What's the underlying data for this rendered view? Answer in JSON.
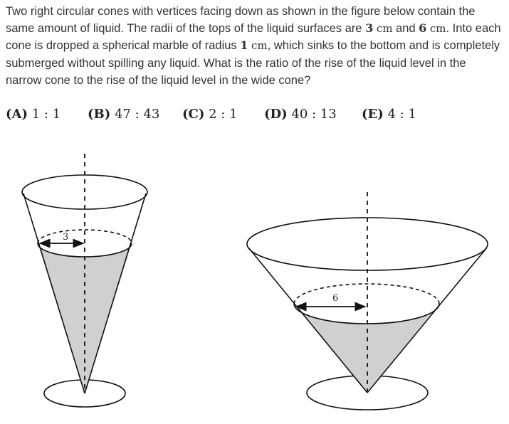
{
  "problem": {
    "part1": "Two right circular cones with vertices facing down as shown in the figure below contain the same amount of liquid. The radii of the tops of the liquid surfaces are ",
    "r1": "3",
    "unit1": "cm",
    "part2": " and ",
    "r2": "6",
    "unit2": "cm",
    "part3": ". Into each cone is dropped a spherical marble of radius ",
    "r3": "1",
    "unit3": "cm",
    "part4": ", which sinks to the bottom and is completely submerged without spilling any liquid. What is the ratio of the rise of the liquid level in the narrow cone to the rise of the liquid level in the wide cone?"
  },
  "choices": [
    {
      "letter": "(A)",
      "value": "1 : 1"
    },
    {
      "letter": "(B)",
      "value": "47 : 43"
    },
    {
      "letter": "(C)",
      "value": "2 : 1"
    },
    {
      "letter": "(D)",
      "value": "40 : 13"
    },
    {
      "letter": "(E)",
      "value": "4 : 1"
    }
  ],
  "figure": {
    "narrow_radius_label": "3",
    "wide_radius_label": "6",
    "liquid_color": "#d0d0d0",
    "line_color": "#111111"
  }
}
